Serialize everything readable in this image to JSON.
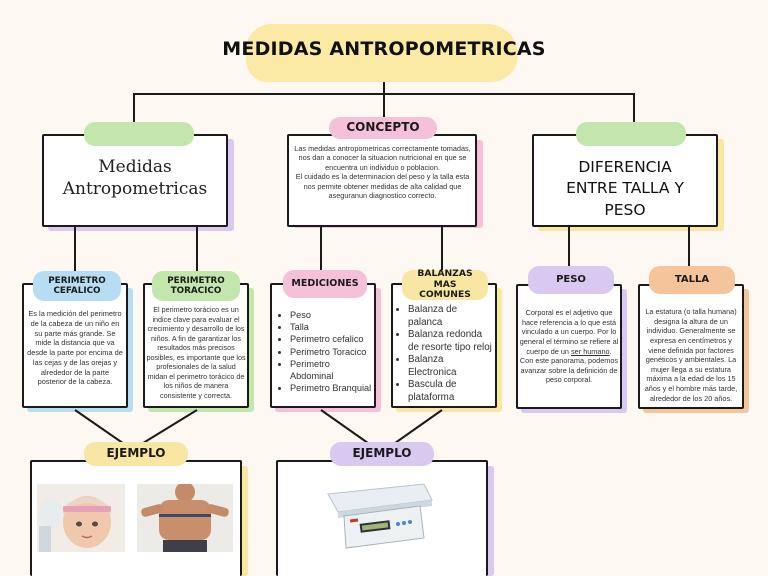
{
  "title": "MEDIDAS ANTROPOMETRICAS",
  "left_main": {
    "text": "Medidas Antropometricas"
  },
  "concepto": {
    "label": "CONCEPTO",
    "text": "Las medidas antropometricas correctamente tomadas, nos dan a conocer la situacion nutricional en que se encuentra un individuo o poblacion.",
    "text2": "El cuidado es la determinacion del peso y la talla esta nos permite obtener medidas de alta calidad que aseguranun diagnostico correcto."
  },
  "diferencia": {
    "text": "DIFERENCIA ENTRE TALLA Y PESO"
  },
  "perimetro_cefalico": {
    "label": "PERIMETRO CEFALICO",
    "text": "Es la medición del perimetro de la cabeza de un niño en su parte más grande. Se mide la distancia que va desde la parte por encima de las cejas y de las orejas y alrededor de la parte posterior de la cabeza."
  },
  "perimetro_toracico": {
    "label": "PERIMETRO TORACICO",
    "text": "El perimetro torácico es un indice clave para evaluar el crecimiento y desarrollo de los niños. A fin de garantizar los resultados más precisos posibles, es importante que los profesionales de la salud midan el perimetro torácico de los niños de manera consistente y correcta."
  },
  "mediciones": {
    "label": "MEDICIONES",
    "items": [
      "Peso",
      "Talla",
      "Perimetro cefalico",
      "Perimetro Toracico",
      "Perimetro Abdominal",
      "Perimetro Branquial"
    ]
  },
  "balanzas": {
    "label": "BALANZAS MAS COMUNES",
    "items": [
      "Balanza de palanca",
      "Balanza redonda de resorte tipo reloj",
      "Balanza Electronica",
      "Bascula de plataforma"
    ]
  },
  "peso": {
    "label": "PESO",
    "text_a": "Corporal es el adjetivo que hace referencia a lo que está vinculado a un cuerpo. Por lo general el término se refiere al cuerpo de un",
    "text_link": "ser humano",
    "text_b": "Con este panorama, podemos avanzar sobre la definición de peso corporal."
  },
  "talla": {
    "label": "TALLA",
    "text": "La estatura (o talla humana) designa la altura de un individuo. Generalmente se expresa en centímetros y viene definida por factores genéticos y ambientales. La mujer llega a su estatura máxima a la edad de los 15 años y el hombre más tarde, alrededor de los 20 años."
  },
  "ejemplo_left": {
    "label": "EJEMPLO"
  },
  "ejemplo_right": {
    "label": "EJEMPLO"
  },
  "colors": {
    "title_bg": "#fbe9a6",
    "green": "#c3e6ad",
    "pink": "#f4c1d8",
    "blue": "#b7ddf2",
    "lavender": "#d9c8f0",
    "orange": "#f6c49b",
    "yellow": "#f8e7a2"
  }
}
